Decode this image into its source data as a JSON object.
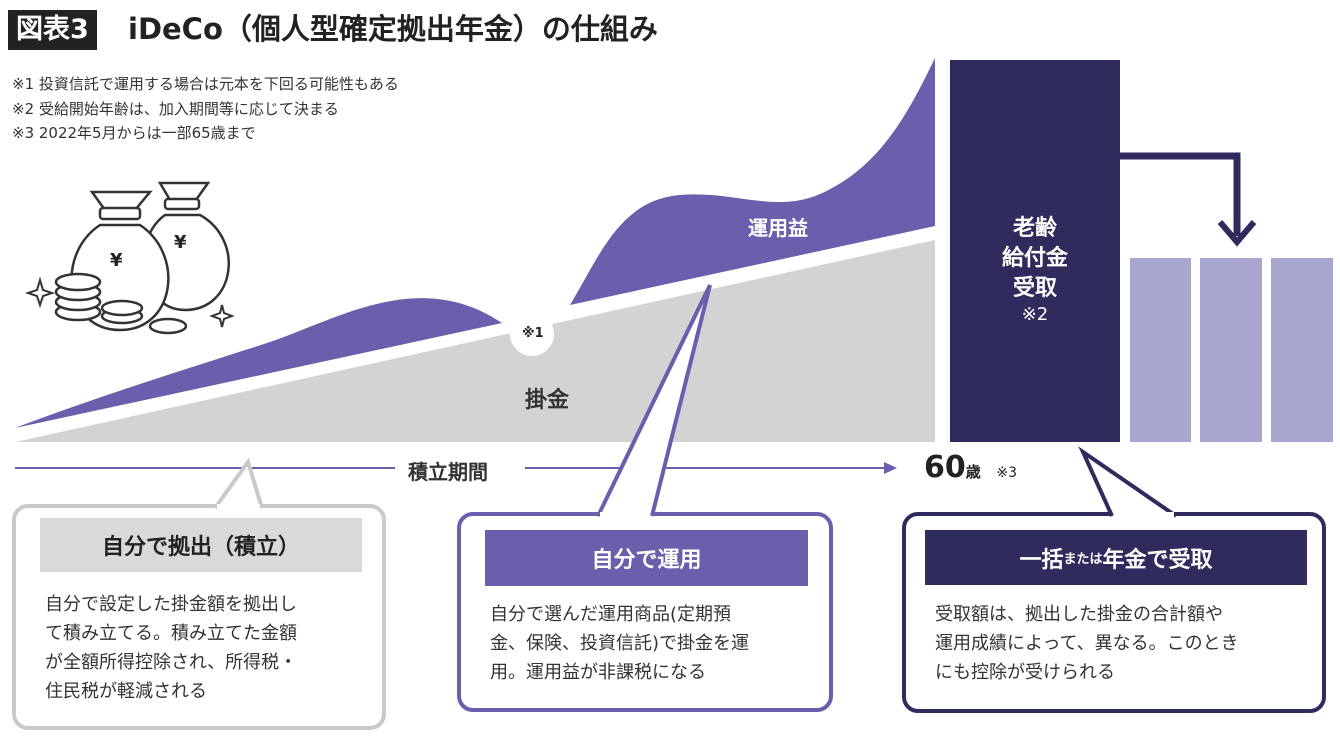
{
  "header": {
    "badge": "図表3",
    "title": "iDeCo（個人型確定拠出年金）の仕組み"
  },
  "notes": [
    "※1 投資信託で運用する場合は元本を下回る可能性もある",
    "※2 受給開始年齢は、加入期間等に応じて決まる",
    "※3 2022年5月からは一部65歳まで"
  ],
  "chart": {
    "gain_label": "運用益",
    "contribution_label": "掛金",
    "note1_marker": "※1",
    "benefit_label_lines": [
      "老齢",
      "給付金",
      "受取"
    ],
    "benefit_note": "※2",
    "period_label": "積立期間",
    "age_number": "60",
    "age_unit": "歳",
    "age_note": "※3",
    "yen_symbol": "¥"
  },
  "boxes": [
    {
      "heading": "自分で拠出（積立）",
      "body": [
        "自分で設定した掛金額を拠出し",
        "て積み立てる。積み立てた金額",
        "が全額所得控除され、所得税・",
        "住民税が軽減される"
      ]
    },
    {
      "heading": "自分で運用",
      "body": [
        "自分で選んだ運用商品(定期預",
        "金、保険、投資信託)で掛金を運",
        "用。運用益が非課税になる"
      ]
    },
    {
      "heading_a": "一括",
      "heading_small": "または",
      "heading_b": "年金で受取",
      "body": [
        "受取額は、拠出した掛金の合計額や",
        "運用成績によって、異なる。このとき",
        "にも控除が受けられる"
      ]
    }
  ],
  "colors": {
    "purple": "#6a5fad",
    "navy": "#2f2b5c",
    "gray": "#d3d3d3",
    "light_purple": "#a8a6cf",
    "box_gray": "#c9c9c9"
  }
}
